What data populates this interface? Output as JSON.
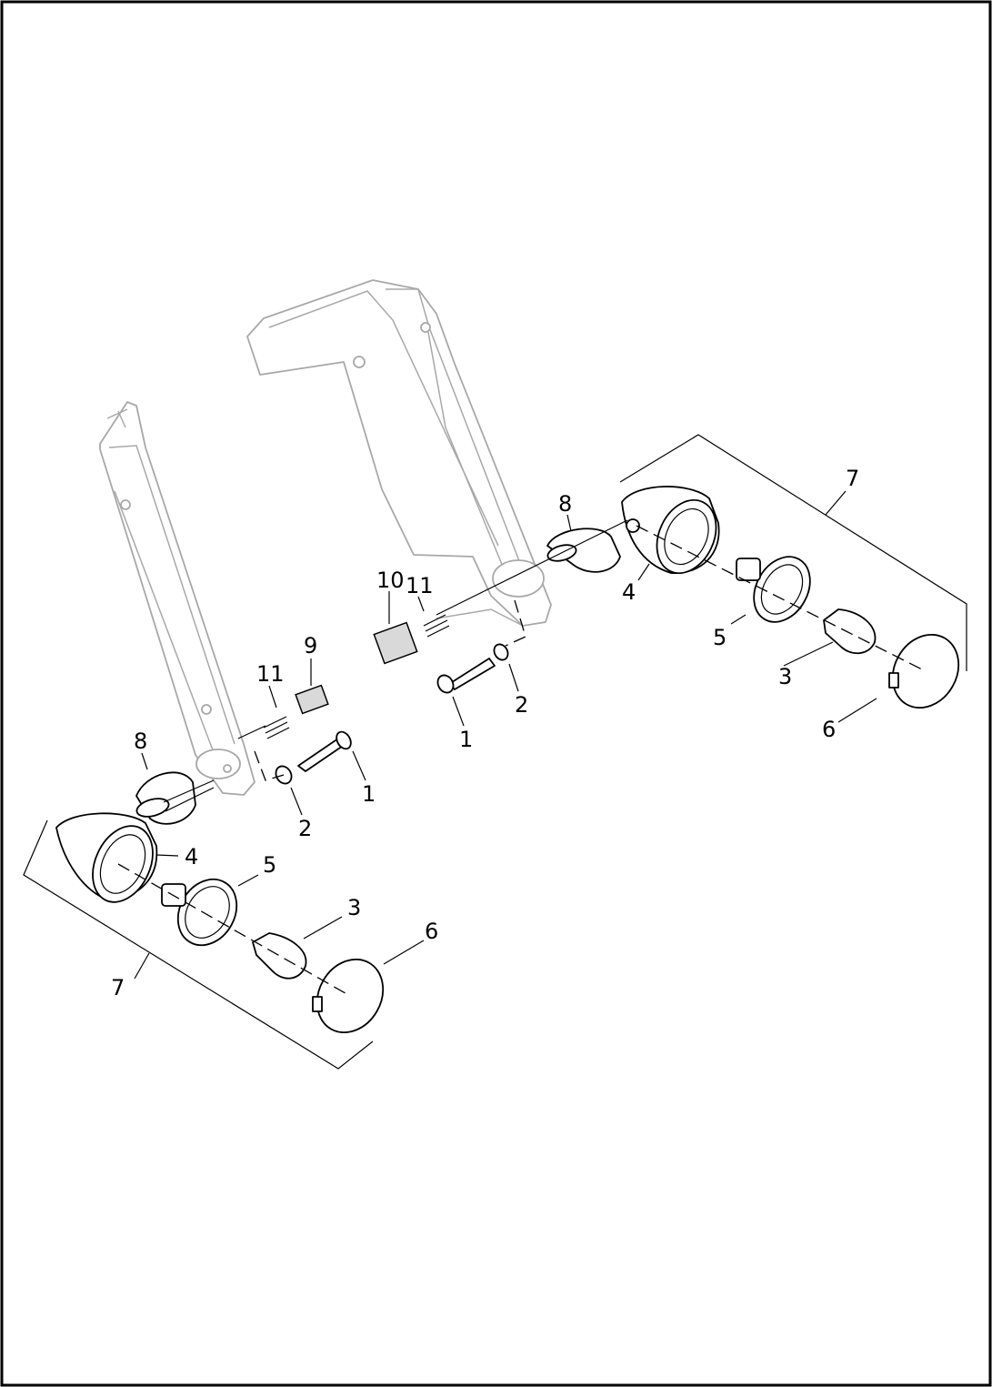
{
  "callouts": [
    {
      "id": "c1a",
      "text": "1"
    },
    {
      "id": "c1b",
      "text": "1"
    },
    {
      "id": "c2a",
      "text": "2"
    },
    {
      "id": "c2b",
      "text": "2"
    },
    {
      "id": "c3a",
      "text": "3"
    },
    {
      "id": "c3b",
      "text": "3"
    },
    {
      "id": "c4a",
      "text": "4"
    },
    {
      "id": "c4b",
      "text": "4"
    },
    {
      "id": "c5a",
      "text": "5"
    },
    {
      "id": "c5b",
      "text": "5"
    },
    {
      "id": "c6a",
      "text": "6"
    },
    {
      "id": "c6b",
      "text": "6"
    },
    {
      "id": "c7a",
      "text": "7"
    },
    {
      "id": "c7b",
      "text": "7"
    },
    {
      "id": "c8a",
      "text": "8"
    },
    {
      "id": "c8b",
      "text": "8"
    },
    {
      "id": "c9",
      "text": "9"
    },
    {
      "id": "c10",
      "text": "10"
    },
    {
      "id": "c11a",
      "text": "11"
    },
    {
      "id": "c11b",
      "text": "11"
    }
  ]
}
